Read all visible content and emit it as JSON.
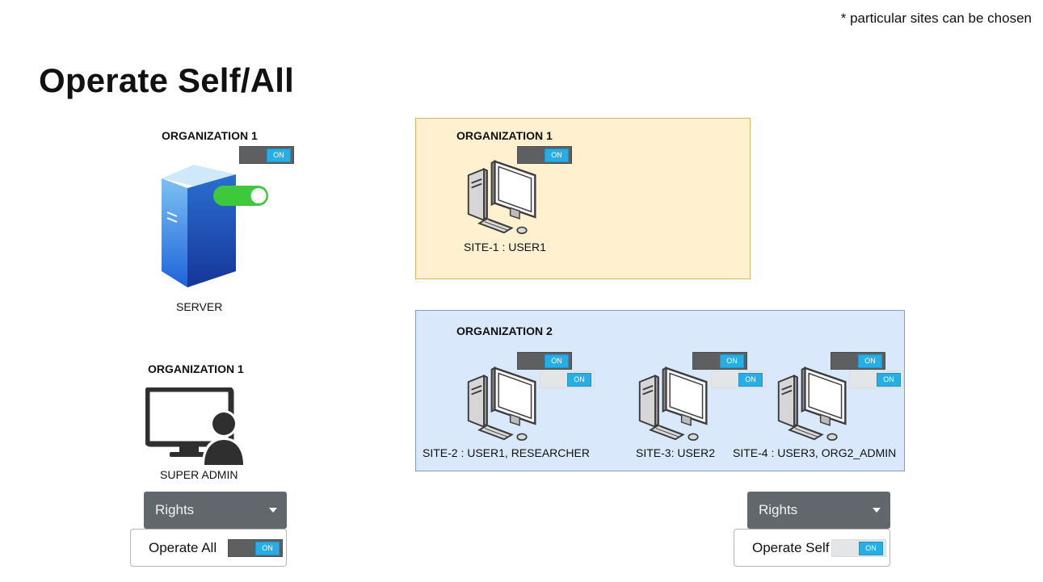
{
  "note": "* particular sites can be chosen",
  "title": "Operate Self/All",
  "toggle_on_label": "ON",
  "colors": {
    "org1_fill": "#fff1cf",
    "org2_fill": "#dae8fc",
    "toggle_accent": "#27aee6",
    "server_blue": "#2f7de0",
    "switch_green": "#3ec83c",
    "rights_dropdown": "#61686d"
  },
  "left": {
    "server_org_label": "ORGANIZATION 1",
    "server_caption": "SERVER",
    "admin_org_label": "ORGANIZATION 1",
    "admin_caption": "SUPER ADMIN",
    "rights": {
      "label": "Rights",
      "option_label": "Operate All"
    }
  },
  "org1": {
    "label": "ORGANIZATION 1",
    "sites": [
      {
        "caption": "SITE-1 : USER1"
      }
    ]
  },
  "org2": {
    "label": "ORGANIZATION 2",
    "sites": [
      {
        "caption": "SITE-2 : USER1, RESEARCHER"
      },
      {
        "caption": "SITE-3: USER2"
      },
      {
        "caption": "SITE-4 : USER3, ORG2_ADMIN"
      }
    ]
  },
  "right_rights": {
    "label": "Rights",
    "option_label": "Operate Self"
  },
  "icons": {
    "server": "server-icon",
    "computer": "desktop-computer-icon",
    "admin": "admin-monitor-user-icon",
    "dropdown": "chevron-down-icon"
  }
}
